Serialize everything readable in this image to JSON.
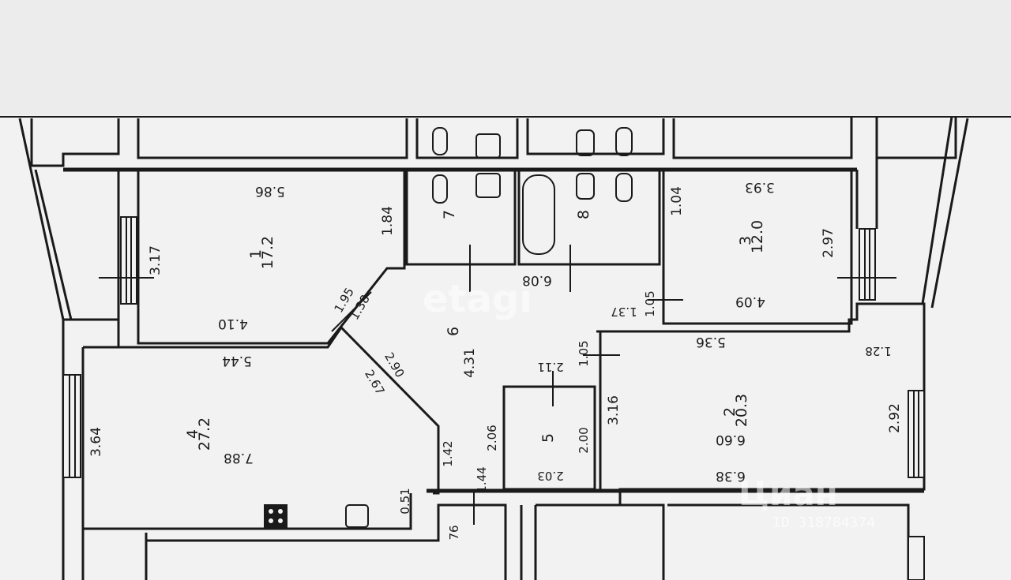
{
  "rooms": [
    {
      "number": "1",
      "area": "17.2"
    },
    {
      "number": "2",
      "area": "20.3"
    },
    {
      "number": "3",
      "area": "12.0"
    },
    {
      "number": "4",
      "area": "27.2"
    },
    {
      "number": "5",
      "area": ""
    },
    {
      "number": "6",
      "area": ""
    },
    {
      "number": "7",
      "area": ""
    },
    {
      "number": "8",
      "area": ""
    }
  ],
  "dimensions": {
    "r1_top": "5.86",
    "r1_right": "1.84",
    "r1_left": "3.17",
    "r1_bottom": "4.10",
    "r1_diag_a": "1.95",
    "r1_diag_b": "1.38",
    "r3_top": "3.93",
    "r3_left": "1.04",
    "r3_right": "2.97",
    "r3_bottom": "4.09",
    "hall_top": "6.08",
    "hall_side": "4.31",
    "hall_a": "1.37",
    "hall_b": "1.05",
    "hall_c": "1.05",
    "r4_top": "5.44",
    "r4_left": "3.64",
    "r4_mid": "7.88",
    "r4_diag_a": "2.90",
    "r4_diag_b": "2.67",
    "r4_small_a": "1.42",
    "r4_small_b": "0.51",
    "r4_small_c": "1.44",
    "r4_bottom_c": "76",
    "r5_top": "2.11",
    "r5_left": "2.06",
    "r5_right": "2.00",
    "r5_bottom": "2.03",
    "r2_top": "5.36",
    "r2_left": "3.16",
    "r2_mid": "6.60",
    "r2_right": "2.92",
    "r2_bottom": "6.38",
    "balcony_right": "1.28"
  },
  "watermark": {
    "brand": "etagi",
    "cian": "Циан",
    "listing_id": "ID 318784374"
  },
  "colors": {
    "paper": "#f2f2f2",
    "wall": "#1a1a1a",
    "top_band": "#ececec"
  }
}
